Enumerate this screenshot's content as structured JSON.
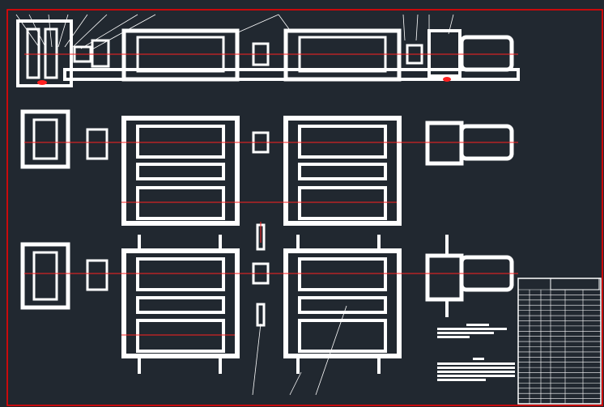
{
  "drawing": {
    "background_color": "#212830",
    "frame_color": "#ff0000",
    "line_color": "#ffffff",
    "centerline_color": "#ff2020",
    "views": [
      "side-elevation-view",
      "top-plan-view",
      "top-plan-view-with-crossing-shaft"
    ],
    "parts_list": {
      "rows": 22,
      "columns": 5
    },
    "title_block": {
      "text": ""
    },
    "notes": {
      "text": ""
    }
  }
}
